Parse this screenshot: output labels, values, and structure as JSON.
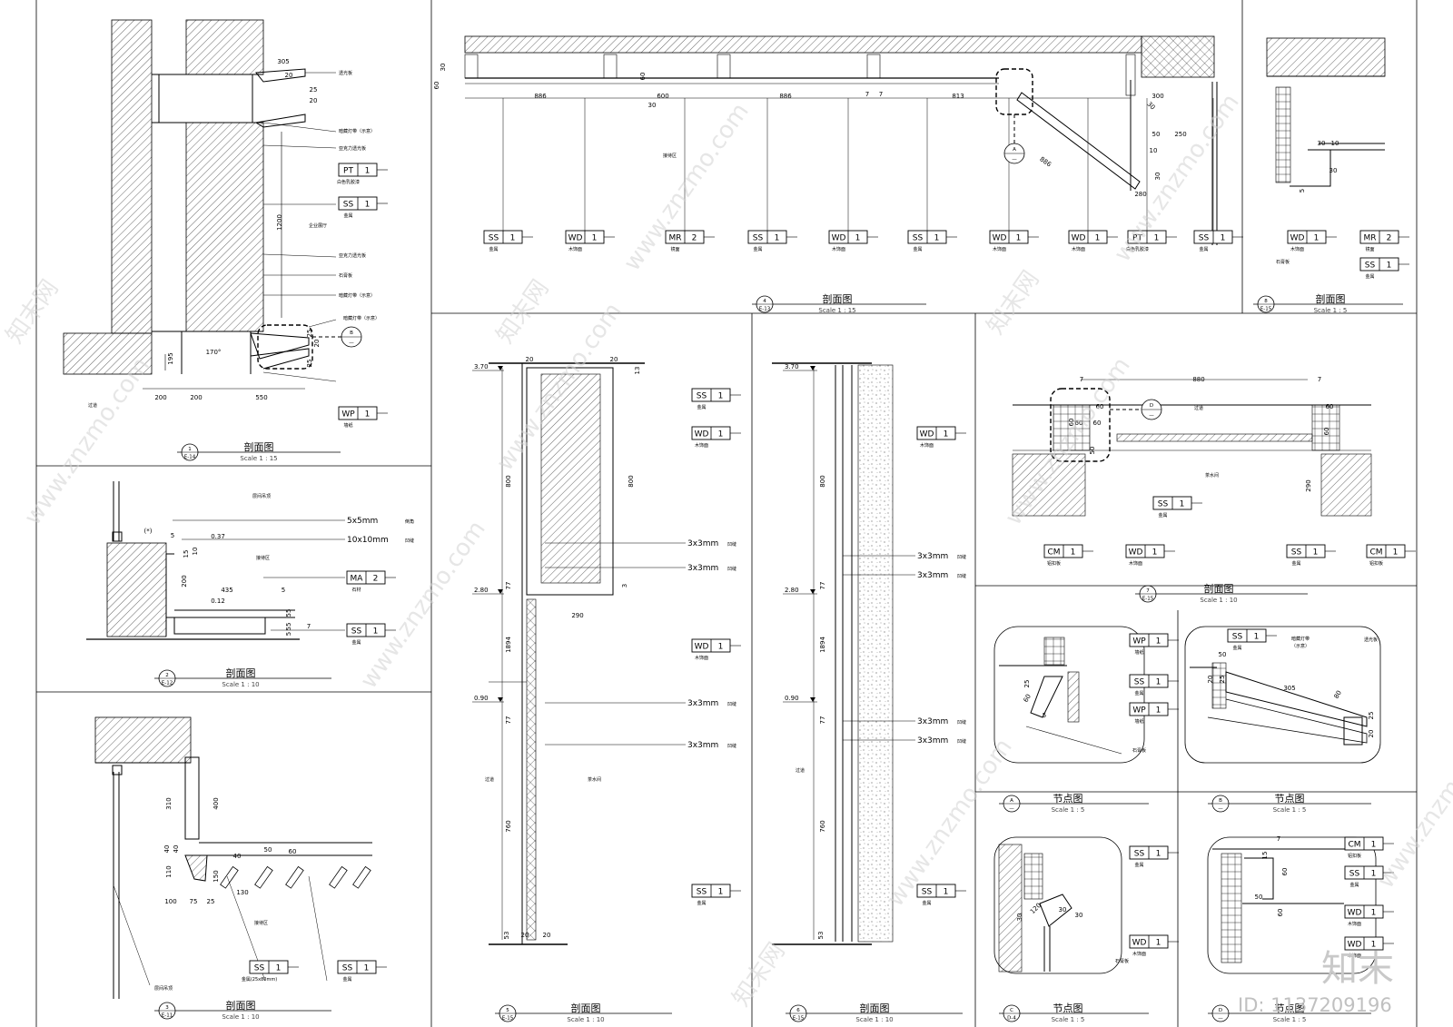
{
  "watermarks": {
    "site": "www.znzmo.com",
    "brand": "知末",
    "cjk": "知末网",
    "id_label": "ID: 1137209196"
  },
  "views": {
    "v1": {
      "title": "剖面图",
      "scale": "Scale 1 : 15",
      "bubble_num": "1",
      "bubble_ref": "E-14",
      "tags": [
        {
          "code": "PT",
          "num": "1",
          "sub": "白色乳胶漆"
        },
        {
          "code": "SS",
          "num": "1",
          "sub": "金属"
        },
        {
          "code": "WP",
          "num": "1",
          "sub": "墙纸"
        }
      ],
      "dims": [
        "305",
        "20",
        "25",
        "20",
        "1200",
        "200",
        "200",
        "550",
        "195",
        "170°",
        "25",
        "20",
        "25"
      ],
      "notes": [
        "透光板",
        "暗藏灯带（示意）",
        "亚克力透光板",
        "企业展厅",
        "亚克力透光板",
        "石膏板",
        "暗藏灯带（示意）",
        "暗藏灯带（示意）",
        "过道"
      ],
      "det_bubble": "B"
    },
    "v2": {
      "title": "剖面图",
      "scale": "Scale 1 : 10",
      "bubble_num": "2",
      "bubble_ref": "E-12",
      "tags": [
        {
          "code": "MA",
          "num": "2",
          "sub": "石材"
        },
        {
          "code": "SS",
          "num": "1",
          "sub": "金属"
        }
      ],
      "callouts": [
        "5x5mm",
        "10x10mm"
      ],
      "callout_notes": [
        "倒角",
        "凹缝"
      ],
      "dims": [
        "(*)",
        "5",
        "0.37",
        "10",
        "15",
        "200",
        "435",
        "5",
        "0.12",
        "55",
        "55",
        "5",
        "7"
      ],
      "notes": [
        "层间吊顶",
        "接待区"
      ]
    },
    "v3": {
      "title": "剖面图",
      "scale": "Scale 1 : 10",
      "bubble_num": "3",
      "bubble_ref": "E-11",
      "tags": [
        {
          "code": "SS",
          "num": "1",
          "sub": "金属(25x80mm)"
        },
        {
          "code": "SS",
          "num": "1",
          "sub": "金属"
        }
      ],
      "dims": [
        "310",
        "400",
        "40",
        "40",
        "110",
        "150",
        "40",
        "50",
        "60",
        "130",
        "100",
        "75",
        "25"
      ],
      "notes": [
        "层间吊顶",
        "接待区"
      ]
    },
    "v4": {
      "title": "剖面图",
      "scale": "Scale 1 : 15",
      "bubble_num": "4",
      "bubble_ref": "E-13",
      "tags": [
        {
          "code": "SS",
          "num": "1",
          "sub": "金属"
        },
        {
          "code": "WD",
          "num": "1",
          "sub": "木饰面"
        },
        {
          "code": "MR",
          "num": "2",
          "sub": "镜面"
        },
        {
          "code": "SS",
          "num": "1",
          "sub": "金属"
        },
        {
          "code": "WD",
          "num": "1",
          "sub": "木饰面"
        },
        {
          "code": "SS",
          "num": "1",
          "sub": "金属"
        },
        {
          "code": "WD",
          "num": "1",
          "sub": "木饰面"
        },
        {
          "code": "WD",
          "num": "1",
          "sub": "木饰面"
        },
        {
          "code": "PT",
          "num": "1",
          "sub": "白色乳胶漆"
        },
        {
          "code": "SS",
          "num": "1",
          "sub": "金属"
        }
      ],
      "dims": [
        "30",
        "60",
        "886",
        "600",
        "886",
        "7",
        "7",
        "813",
        "60",
        "30",
        "300",
        "50",
        "250",
        "10",
        "30",
        "886",
        "280",
        "30"
      ],
      "notes": [
        "接待区"
      ],
      "det_bubble": "A"
    },
    "v5": {
      "title": "剖面图",
      "scale": "Scale 1 : 10",
      "bubble_num": "5",
      "bubble_ref": "E-15",
      "tags": [
        {
          "code": "SS",
          "num": "1",
          "sub": "金属"
        },
        {
          "code": "WD",
          "num": "1",
          "sub": "木饰面"
        },
        {
          "code": "WD",
          "num": "1",
          "sub": "木饰面"
        },
        {
          "code": "SS",
          "num": "1",
          "sub": "金属"
        }
      ],
      "callouts": [
        "3x3mm",
        "3x3mm",
        "3x3mm",
        "3x3mm"
      ],
      "callout_note": "凹缝",
      "levels": [
        "3.70",
        "2.80",
        "0.90"
      ],
      "dims": [
        "20",
        "20",
        "800",
        "800",
        "77",
        "3",
        "290",
        "1894",
        "77",
        "760",
        "53",
        "20",
        "20",
        "13"
      ],
      "notes": [
        "过道",
        "茶水间"
      ]
    },
    "v6": {
      "title": "剖面图",
      "scale": "Scale 1 : 10",
      "bubble_num": "6",
      "bubble_ref": "E-15",
      "tags": [
        {
          "code": "WD",
          "num": "1",
          "sub": "木饰面"
        },
        {
          "code": "SS",
          "num": "1",
          "sub": "金属"
        }
      ],
      "callouts": [
        "3x3mm",
        "3x3mm",
        "3x3mm",
        "3x3mm"
      ],
      "callout_note": "凹缝",
      "levels": [
        "3.70",
        "2.80",
        "0.90"
      ],
      "dims": [
        "800",
        "77",
        "1894",
        "77",
        "760",
        "53"
      ],
      "notes": [
        "过道"
      ]
    },
    "v7": {
      "title": "剖面图",
      "scale": "Scale 1 : 10",
      "bubble_num": "7",
      "bubble_ref": "E-15",
      "tags": [
        {
          "code": "SS",
          "num": "1",
          "sub": "金属"
        },
        {
          "code": "CM",
          "num": "1",
          "sub": "铝扣板"
        },
        {
          "code": "WD",
          "num": "1",
          "sub": "木饰面"
        },
        {
          "code": "SS",
          "num": "1",
          "sub": "金属"
        },
        {
          "code": "CM",
          "num": "1",
          "sub": "铝扣板"
        }
      ],
      "dims": [
        "7",
        "880",
        "7",
        "60",
        "60",
        "60",
        "60",
        "50",
        "60",
        "60",
        "290"
      ],
      "notes": [
        "过道",
        "茶水间"
      ],
      "det_bubble": "D"
    },
    "v8": {
      "title": "剖面图",
      "scale": "Scale 1 : 5",
      "bubble_num": "8",
      "bubble_ref": "E-15",
      "tags": [
        {
          "code": "WD",
          "num": "1",
          "sub": "木饰面"
        },
        {
          "code": "MR",
          "num": "2",
          "sub": "镜面"
        },
        {
          "code": "SS",
          "num": "1",
          "sub": "金属"
        }
      ],
      "dims": [
        "30",
        "10",
        "5",
        "30"
      ],
      "notes": [
        "石膏板"
      ]
    },
    "dA": {
      "title": "节点图",
      "scale": "Scale 1 : 5",
      "bubble_num": "A",
      "bubble_ref": "—",
      "tags": [
        {
          "code": "WP",
          "num": "1",
          "sub": "墙纸"
        },
        {
          "code": "SS",
          "num": "1",
          "sub": "金属"
        },
        {
          "code": "WP",
          "num": "1",
          "sub": "墙纸"
        }
      ],
      "dims": [
        "25",
        "60",
        "5"
      ],
      "notes": [
        "石膏板"
      ]
    },
    "dB": {
      "title": "节点图",
      "scale": "Scale 1 : 5",
      "bubble_num": "B",
      "bubble_ref": "—",
      "tags": [
        {
          "code": "SS",
          "num": "1",
          "sub": "金属"
        }
      ],
      "dims": [
        "50",
        "20",
        "25",
        "305",
        "80",
        "25",
        "20"
      ],
      "notes": [
        "暗藏灯带",
        "（示意）",
        "透光板"
      ]
    },
    "dC": {
      "title": "节点图",
      "scale": "Scale 1 : 5",
      "bubble_num": "C",
      "bubble_ref": "D-4",
      "tags": [
        {
          "code": "SS",
          "num": "1",
          "sub": "金属"
        },
        {
          "code": "WD",
          "num": "1",
          "sub": "木饰面"
        }
      ],
      "dims": [
        "30",
        "120",
        "30",
        "30"
      ],
      "notes": [
        "石膏板"
      ]
    },
    "dD": {
      "title": "节点图",
      "scale": "Scale 1 : 5",
      "bubble_num": "D",
      "bubble_ref": "—",
      "tags": [
        {
          "code": "CM",
          "num": "1",
          "sub": "铝扣板"
        },
        {
          "code": "SS",
          "num": "1",
          "sub": "金属"
        },
        {
          "code": "WD",
          "num": "1",
          "sub": "木饰面"
        },
        {
          "code": "WD",
          "num": "1",
          "sub": "木饰面"
        }
      ],
      "dims": [
        "7",
        "15",
        "60",
        "50",
        "60"
      ],
      "notes": []
    }
  }
}
